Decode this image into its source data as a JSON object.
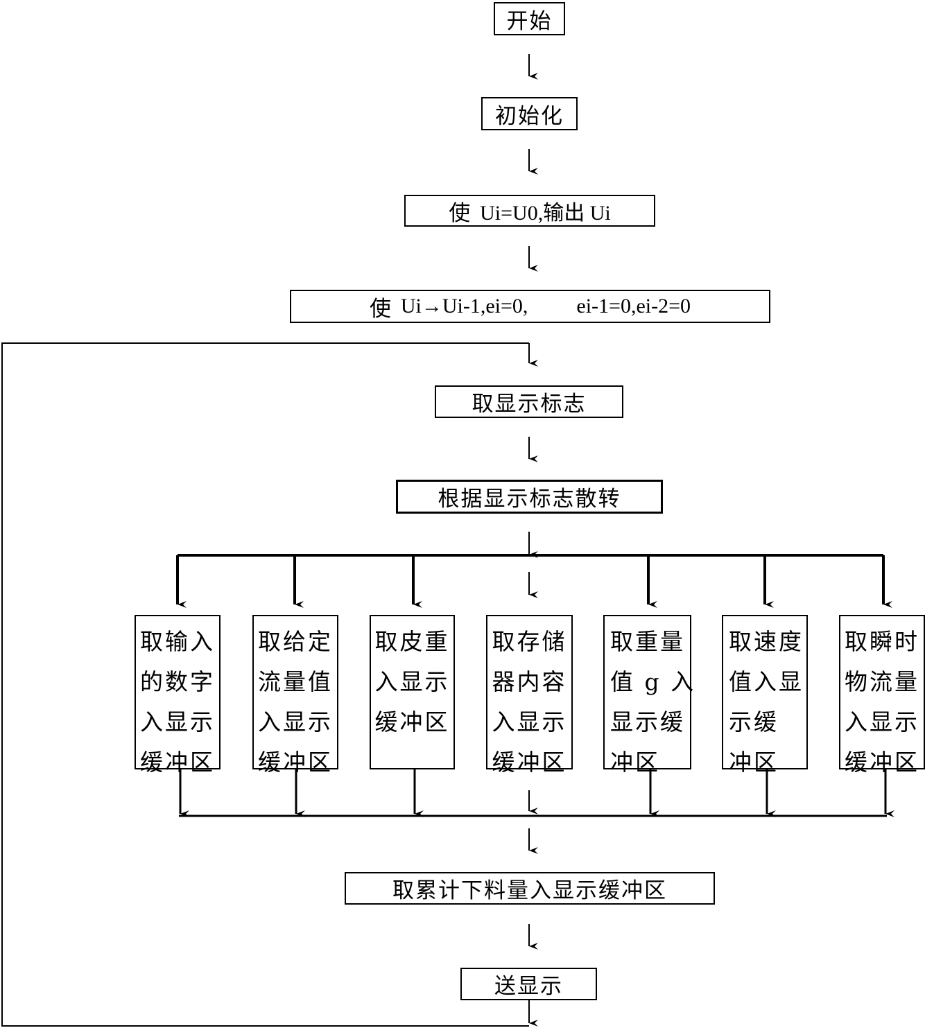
{
  "diagram": {
    "start": "开始",
    "init": "初始化",
    "set_output": {
      "prefix": "使",
      "formula": "Ui=U0,输出 Ui"
    },
    "shift_errors": {
      "prefix": "使",
      "formula_a": "Ui→Ui-1,ei=0,",
      "formula_b": "ei-1=0,ei-2=0"
    },
    "get_flag": "取显示标志",
    "dispatch": "根据显示标志散转",
    "branches": [
      {
        "lines": [
          "取输入",
          "的数字",
          "入显示",
          "缓冲区"
        ]
      },
      {
        "lines": [
          "取给定",
          "流量值",
          "入显示",
          "缓冲区"
        ]
      },
      {
        "lines": [
          "取皮重",
          "入显示",
          "缓冲区"
        ]
      },
      {
        "lines": [
          "取存储",
          "器内容",
          "入显示",
          "缓冲区"
        ]
      },
      {
        "lines": [
          "取重量",
          "值 g 入",
          "显示缓",
          "冲区"
        ]
      },
      {
        "lines": [
          "取速度",
          "值入显",
          "示缓",
          "冲区"
        ]
      },
      {
        "lines": [
          "取瞬时",
          "物流量",
          "入显示",
          "缓冲区"
        ]
      }
    ],
    "accumulate": "取累计下料量入显示缓冲区",
    "send_display": "送显示"
  }
}
